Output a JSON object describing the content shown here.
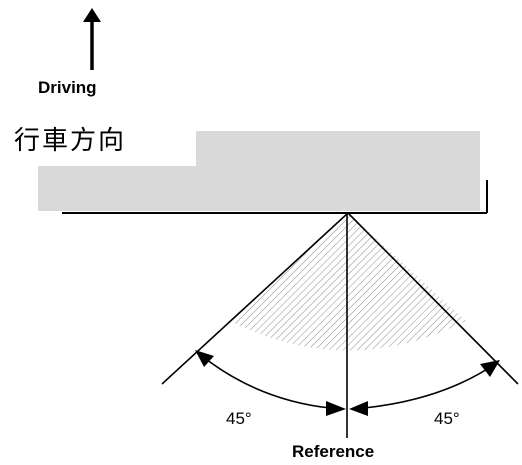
{
  "labels": {
    "driving": "Driving",
    "direction_cjk": "行車方向",
    "angle_left": "45°",
    "angle_right": "45°",
    "reference": "Reference"
  },
  "icons": {
    "arrow": "up-arrow-icon"
  },
  "colors": {
    "vehicle_fill": "#d9d9d9",
    "line": "#000000",
    "hatch": "#808080"
  }
}
